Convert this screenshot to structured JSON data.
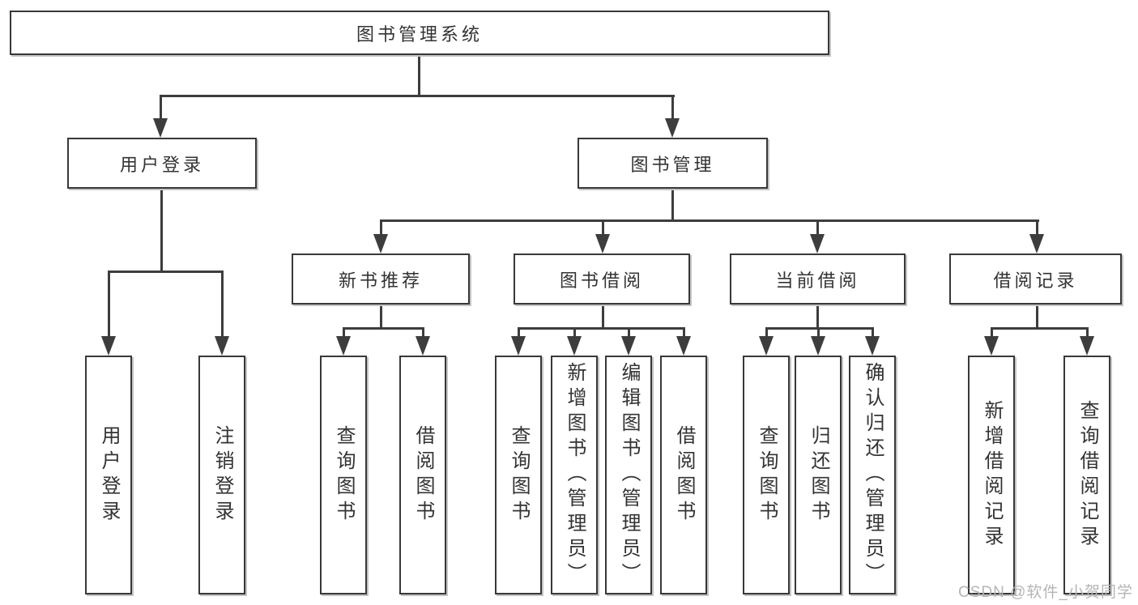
{
  "diagram": {
    "type": "tree",
    "root": {
      "label": "图书管理系统"
    },
    "level2": [
      {
        "id": "user-login",
        "label": "用户登录",
        "children": [
          {
            "label": "用户登录"
          },
          {
            "label": "注销登录"
          }
        ]
      },
      {
        "id": "book-management",
        "label": "图书管理",
        "children": [
          {
            "id": "new-book-recommendation",
            "label": "新书推荐",
            "children": [
              {
                "label": "查询图书"
              },
              {
                "label": "借阅图书"
              }
            ]
          },
          {
            "id": "book-borrowing",
            "label": "图书借阅",
            "children": [
              {
                "label": "查询图书"
              },
              {
                "label": "新增图书（管理员）"
              },
              {
                "label": "编辑图书（管理员）"
              },
              {
                "label": "借阅图书"
              }
            ]
          },
          {
            "id": "current-borrowing",
            "label": "当前借阅",
            "children": [
              {
                "label": "查询图书"
              },
              {
                "label": "归还图书"
              },
              {
                "label": "确认归还（管理员）"
              }
            ]
          },
          {
            "id": "borrowing-records",
            "label": "借阅记录",
            "children": [
              {
                "label": "新增借阅记录"
              },
              {
                "label": "查询借阅记录"
              }
            ]
          }
        ]
      }
    ]
  },
  "watermark": {
    "text": "CSDN @软件_小贺同学"
  },
  "colors": {
    "line": "#3d3d3d",
    "text": "#333333",
    "box_border": "#383838",
    "box_shadow": "#c4c4c4",
    "watermark": "#b5b5b5",
    "background": "#ffffff"
  }
}
